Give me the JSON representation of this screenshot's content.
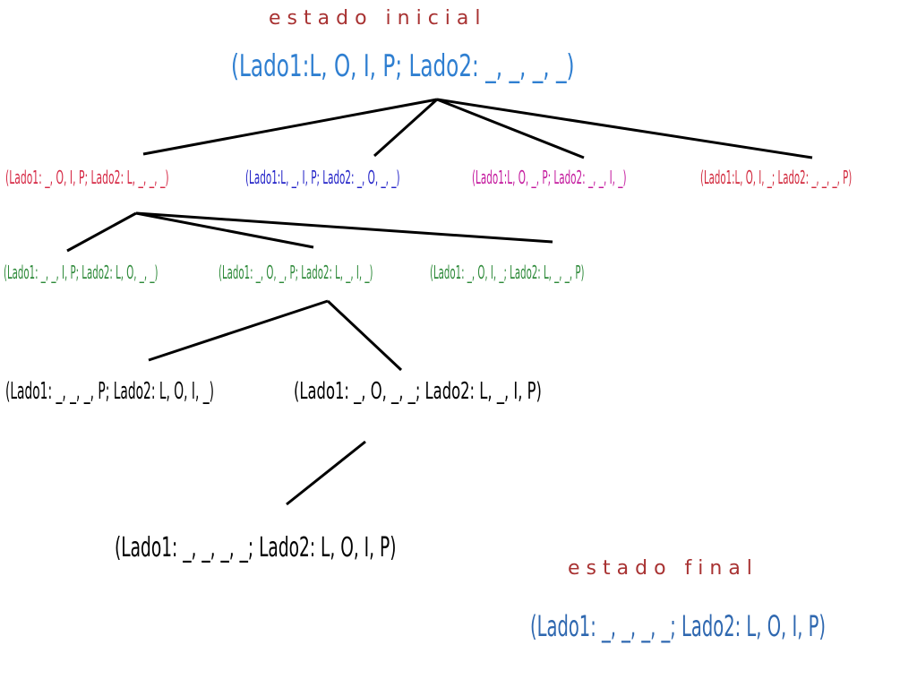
{
  "titles": {
    "initial": "estado inicial",
    "final": "estado final"
  },
  "colors": {
    "title": "#a83232",
    "root": "#2f7fd1",
    "level1_a": "#d62a46",
    "level1_b": "#2424c8",
    "level1_c": "#c41a9e",
    "level1_d": "#d22a3e",
    "level2": "#2e8a3a",
    "level3": "#000000",
    "level4": "#000000",
    "final": "#2f68b0",
    "edge": "#000000"
  },
  "nodes": {
    "root": "(Lado1:L, O, I, P; Lado2: _, _, _, _)",
    "l1_a": "(Lado1: _, O, I, P; Lado2: L, _, _, _)",
    "l1_b": "(Lado1:L, _, I, P; Lado2: _, O, _, _)",
    "l1_c": "(Lado1:L, O, _, P; Lado2: _, _, I, _)",
    "l1_d": "(Lado1:L, O, I, _; Lado2: _, _, _, P)",
    "l2_a": "(Lado1: _, _, I, P; Lado2: L, O, _, _)",
    "l2_b": "(Lado1: _, O, _, P; Lado2: L, _, I, _)",
    "l2_c": "(Lado1: _, O, I, _; Lado2: L, _, _, P)",
    "l3_a": "(Lado1: _, _, _, P; Lado2: L, O, I, _)",
    "l3_b": "(Lado1: _, O, _, _; Lado2: L, _, I, P)",
    "l4": "(Lado1: _, _, _, _; Lado2: L, O, I, P)",
    "final": "(Lado1: _, _, _, _; Lado2: L, O, I, P)"
  }
}
